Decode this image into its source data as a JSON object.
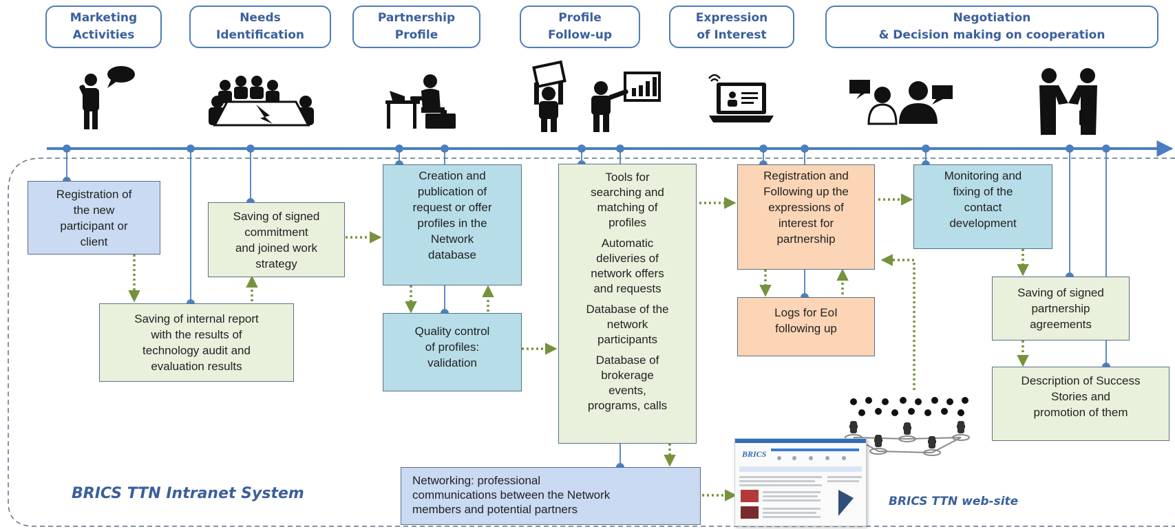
{
  "phases": [
    {
      "label": "Marketing\nActivities"
    },
    {
      "label": "Needs\nIdentification"
    },
    {
      "label": "Partnership\nProfile"
    },
    {
      "label": "Profile\nFollow-up"
    },
    {
      "label": "Expression\nof Interest"
    },
    {
      "label": "Negotiation\n& Decision making on cooperation"
    }
  ],
  "boxes": {
    "registration": "Registration of\nthe new\nparticipant or\nclient",
    "internal_report": "Saving of internal report\nwith the results of\ntechnology audit and\nevaluation results",
    "signed_commitment": "Saving of signed\ncommitment\nand joined work\nstrategy",
    "creation_publication": "Creation and\npublication of\nrequest or offer\nprofiles in the\nNetwork\ndatabase",
    "quality_control": "Quality control\nof profiles:\nvalidation",
    "tools": [
      "Tools for\nsearching and\nmatching of\nprofiles",
      "Automatic\ndeliveries of\nnetwork offers\nand requests",
      "Database of the\nnetwork\nparticipants",
      "Database of\nbrokerage\nevents,\nprograms, calls"
    ],
    "registration_followup": "Registration and\nFollowing up the\nexpressions of\ninterest for\npartnership",
    "logs_eoi": "Logs for EoI\nfollowing up",
    "monitoring": "Monitoring and\nfixing of the\ncontact\ndevelopment",
    "partnership_agreements": "Saving of signed\npartnership\nagreements",
    "success_stories": "Description of Success\nStories and\npromotion of them",
    "networking": "Networking: professional\ncommunications between the Network\nmembers and potential partners"
  },
  "captions": {
    "intranet": "BRICS TTN Intranet System",
    "website": "BRICS TTN web-site"
  },
  "website_thumbnail": {
    "logo_text": "BRICS",
    "colors": {
      "header": "#2f6db5",
      "accent": "#3a7bd5"
    }
  },
  "colors": {
    "phase_border": "#4f7bbd",
    "timeline": "#4a7ec0",
    "connector": "#4a7ec0",
    "dotted_arrow": "#76923c",
    "icon": "#111111"
  },
  "icons": [
    "person-speaking-icon",
    "meeting-table-icon",
    "person-at-laptop-icon",
    "person-holding-sign-icon",
    "person-presenting-chart-icon",
    "laptop-video-call-icon",
    "video-conference-icon",
    "handshake-icon",
    "network-people-icon"
  ]
}
